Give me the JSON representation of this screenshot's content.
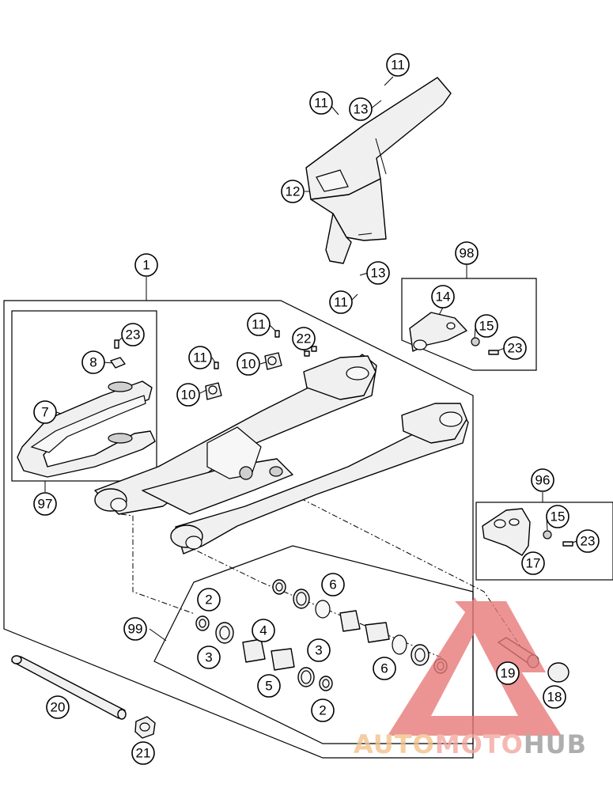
{
  "callouts": {
    "c1": "1",
    "c2a": "2",
    "c2b": "2",
    "c3a": "3",
    "c3b": "3",
    "c4": "4",
    "c5": "5",
    "c6a": "6",
    "c6b": "6",
    "c7": "7",
    "c8": "8",
    "c10a": "10",
    "c10b": "10",
    "c11a": "11",
    "c11b": "11",
    "c11c": "11",
    "c11d": "11",
    "c11e": "11",
    "c12": "12",
    "c13a": "13",
    "c13b": "13",
    "c14": "14",
    "c15a": "15",
    "c15b": "15",
    "c17": "17",
    "c18": "18",
    "c19": "19",
    "c20": "20",
    "c21": "21",
    "c22": "22",
    "c23a": "23",
    "c23b": "23",
    "c23c": "23",
    "c96": "96",
    "c97": "97",
    "c98": "98",
    "c99": "99"
  },
  "watermark": {
    "part1": "AUTO",
    "part2": "MOTO",
    "part3": "HUB",
    "color_auto": "#f2c18a",
    "color_moto": "#f2a8a0",
    "color_hub": "#9a9a9a",
    "logo_color": "#e87a7a"
  }
}
